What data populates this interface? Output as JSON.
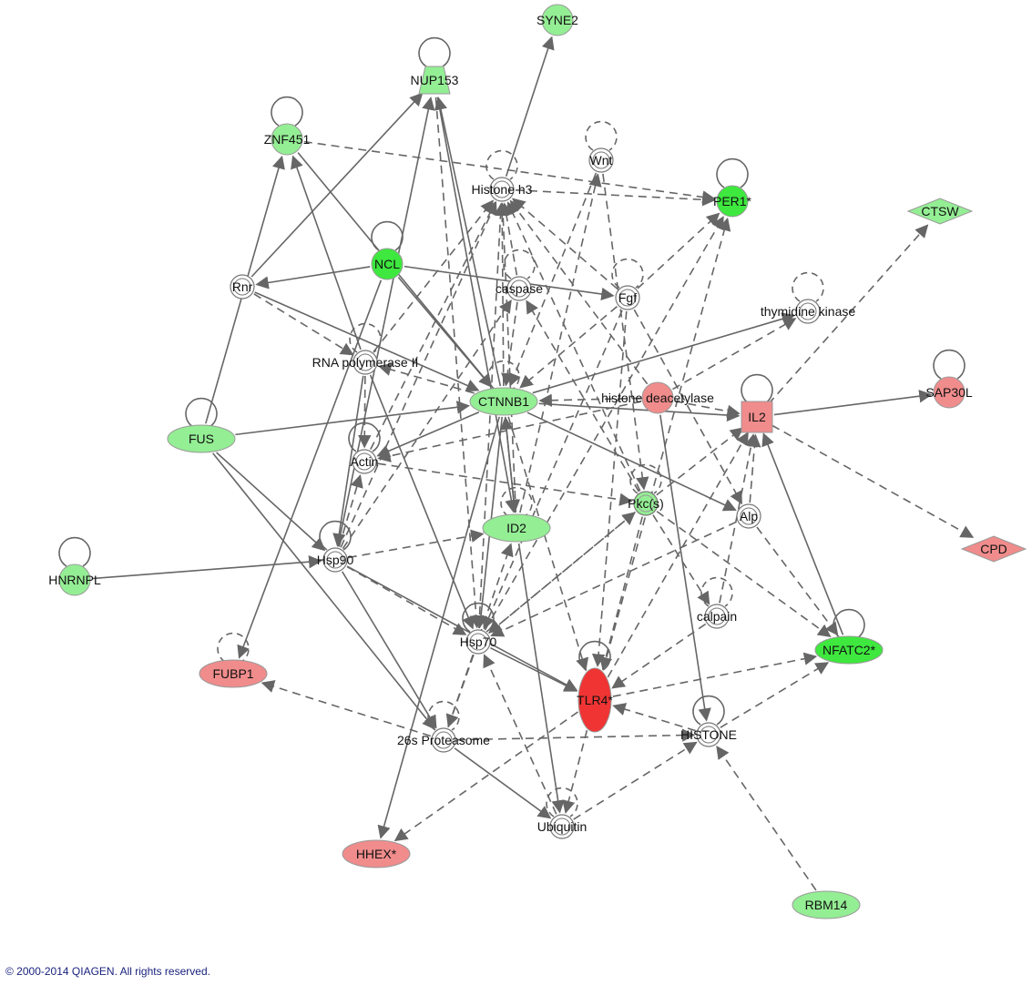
{
  "colors": {
    "green": "#94EE94",
    "green_strong": "#3EE83E",
    "red": "#F08C8C",
    "red_strong": "#F03434",
    "edge": "#666666",
    "text": "#111111",
    "copyright": "#1a237e"
  },
  "nodes": [
    {
      "id": "SYNE2",
      "label": "SYNE2",
      "color": "green",
      "shape": "circle"
    },
    {
      "id": "NUP153",
      "label": "NUP153",
      "color": "green",
      "shape": "trapezoid"
    },
    {
      "id": "ZNF451",
      "label": "ZNF451",
      "color": "green",
      "shape": "circle"
    },
    {
      "id": "Wnt",
      "label": "Wnt",
      "color": "white",
      "shape": "double-circle"
    },
    {
      "id": "Histone_h3",
      "label": "Histone h3",
      "color": "white",
      "shape": "double-circle"
    },
    {
      "id": "PER1",
      "label": "PER1*",
      "color": "green_strong",
      "shape": "circle"
    },
    {
      "id": "CTSW",
      "label": "CTSW",
      "color": "green",
      "shape": "diamond"
    },
    {
      "id": "NCL",
      "label": "NCL",
      "color": "green_strong",
      "shape": "circle"
    },
    {
      "id": "Rnr",
      "label": "Rnr",
      "color": "white",
      "shape": "double-circle"
    },
    {
      "id": "caspase",
      "label": "caspase",
      "color": "white",
      "shape": "double-circle"
    },
    {
      "id": "Fgf",
      "label": "Fgf",
      "color": "white",
      "shape": "double-circle"
    },
    {
      "id": "thymidine_kinase",
      "label": "thymidine kinase",
      "color": "white",
      "shape": "double-circle"
    },
    {
      "id": "RNA_pol_II",
      "label": "RNA polymerase II",
      "color": "white",
      "shape": "double-circle"
    },
    {
      "id": "CTNNB1",
      "label": "CTNNB1",
      "color": "green",
      "shape": "ellipse"
    },
    {
      "id": "histone_deacetylase",
      "label": "histone deacetylase",
      "color": "red",
      "shape": "circle"
    },
    {
      "id": "IL2",
      "label": "IL2",
      "color": "red",
      "shape": "square"
    },
    {
      "id": "SAP30L",
      "label": "SAP30L",
      "color": "red",
      "shape": "circle"
    },
    {
      "id": "FUS",
      "label": "FUS",
      "color": "green",
      "shape": "ellipse"
    },
    {
      "id": "Actin",
      "label": "Actin",
      "color": "white",
      "shape": "double-circle"
    },
    {
      "id": "ID2",
      "label": "ID2",
      "color": "green",
      "shape": "ellipse"
    },
    {
      "id": "Pkc",
      "label": "Pkc(s)",
      "color": "green",
      "shape": "double-circle"
    },
    {
      "id": "Alp",
      "label": "Alp",
      "color": "white",
      "shape": "double-circle"
    },
    {
      "id": "CPD",
      "label": "CPD",
      "color": "red",
      "shape": "diamond"
    },
    {
      "id": "HNRNPL",
      "label": "HNRNPL",
      "color": "green",
      "shape": "circle"
    },
    {
      "id": "Hsp90",
      "label": "Hsp90",
      "color": "white",
      "shape": "double-circle"
    },
    {
      "id": "calpain",
      "label": "calpain",
      "color": "white",
      "shape": "double-circle"
    },
    {
      "id": "Hsp70",
      "label": "Hsp70",
      "color": "white",
      "shape": "double-circle"
    },
    {
      "id": "NFATC2",
      "label": "NFATC2*",
      "color": "green_strong",
      "shape": "ellipse"
    },
    {
      "id": "FUBP1",
      "label": "FUBP1",
      "color": "red",
      "shape": "ellipse"
    },
    {
      "id": "TLR4",
      "label": "TLR4*",
      "color": "red_strong",
      "shape": "tall-ellipse"
    },
    {
      "id": "Proteasome_26s",
      "label": "26s Proteasome",
      "color": "white",
      "shape": "double-circle"
    },
    {
      "id": "HISTONE",
      "label": "HISTONE",
      "color": "white",
      "shape": "double-circle"
    },
    {
      "id": "Ubiquitin",
      "label": "Ubiquitin",
      "color": "white",
      "shape": "double-circle"
    },
    {
      "id": "HHEX",
      "label": "HHEX*",
      "color": "red",
      "shape": "ellipse"
    },
    {
      "id": "RBM14",
      "label": "RBM14",
      "color": "green",
      "shape": "ellipse"
    }
  ],
  "self_loops": [
    {
      "node": "NUP153",
      "style": "solid"
    },
    {
      "node": "ZNF451",
      "style": "solid"
    },
    {
      "node": "Histone_h3",
      "style": "dashed"
    },
    {
      "node": "PER1",
      "style": "solid"
    },
    {
      "node": "NCL",
      "style": "solid"
    },
    {
      "node": "caspase",
      "style": "dashed"
    },
    {
      "node": "Fgf",
      "style": "dashed"
    },
    {
      "node": "RNA_pol_II",
      "style": "dashed"
    },
    {
      "node": "CTNNB1",
      "style": "dashed"
    },
    {
      "node": "IL2",
      "style": "solid"
    },
    {
      "node": "SAP30L",
      "style": "solid"
    },
    {
      "node": "FUS",
      "style": "solid"
    },
    {
      "node": "Actin",
      "style": "solid"
    },
    {
      "node": "ID2",
      "style": "dashed"
    },
    {
      "node": "Pkc",
      "style": "dashed"
    },
    {
      "node": "HNRNPL",
      "style": "solid"
    },
    {
      "node": "Hsp90",
      "style": "solid"
    },
    {
      "node": "Hsp70",
      "style": "solid"
    },
    {
      "node": "NFATC2",
      "style": "solid"
    },
    {
      "node": "FUBP1",
      "style": "dashed"
    },
    {
      "node": "TLR4",
      "style": "solid"
    },
    {
      "node": "Proteasome_26s",
      "style": "dashed"
    },
    {
      "node": "HISTONE",
      "style": "solid"
    },
    {
      "node": "Ubiquitin",
      "style": "dashed"
    },
    {
      "node": "calpain",
      "style": "dashed"
    },
    {
      "node": "thymidine_kinase",
      "style": "dashed"
    },
    {
      "node": "Wnt",
      "style": "dashed"
    }
  ],
  "edges": [
    {
      "from": "Histone_h3",
      "to": "SYNE2",
      "style": "solid"
    },
    {
      "from": "CTNNB1",
      "to": "NUP153",
      "style": "solid"
    },
    {
      "from": "NUP153",
      "to": "Hsp70",
      "style": "dashed"
    },
    {
      "from": "Hsp90",
      "to": "NUP153",
      "style": "solid"
    },
    {
      "from": "Rnr",
      "to": "NUP153",
      "style": "solid"
    },
    {
      "from": "ZNF451",
      "to": "PER1",
      "style": "dashed"
    },
    {
      "from": "ZNF451",
      "to": "CTNNB1",
      "style": "solid"
    },
    {
      "from": "RNA_pol_II",
      "to": "ZNF451",
      "style": "solid"
    },
    {
      "from": "Histone_h3",
      "to": "PER1",
      "style": "dashed"
    },
    {
      "from": "Fgf",
      "to": "Histone_h3",
      "style": "dashed"
    },
    {
      "from": "caspase",
      "to": "Histone_h3",
      "style": "dashed"
    },
    {
      "from": "CTNNB1",
      "to": "Histone_h3",
      "style": "dashed"
    },
    {
      "from": "RNA_pol_II",
      "to": "Histone_h3",
      "style": "dashed"
    },
    {
      "from": "Actin",
      "to": "Histone_h3",
      "style": "dashed"
    },
    {
      "from": "Hsp90",
      "to": "Histone_h3",
      "style": "dashed"
    },
    {
      "from": "Hsp70",
      "to": "Histone_h3",
      "style": "dashed"
    },
    {
      "from": "Pkc",
      "to": "Histone_h3",
      "style": "dashed"
    },
    {
      "from": "histone_deacetylase",
      "to": "Histone_h3",
      "style": "dashed"
    },
    {
      "from": "ID2",
      "to": "Histone_h3",
      "style": "dashed"
    },
    {
      "from": "Wnt",
      "to": "CTNNB1",
      "style": "dashed"
    },
    {
      "from": "Wnt",
      "to": "Pkc",
      "style": "dashed"
    },
    {
      "from": "ID2",
      "to": "Wnt",
      "style": "dashed"
    },
    {
      "from": "Hsp70",
      "to": "PER1",
      "style": "dashed"
    },
    {
      "from": "Fgf",
      "to": "PER1",
      "style": "dashed"
    },
    {
      "from": "TLR4",
      "to": "PER1",
      "style": "dashed"
    },
    {
      "from": "IL2",
      "to": "CTSW",
      "style": "dashed"
    },
    {
      "from": "NCL",
      "to": "Rnr",
      "style": "solid"
    },
    {
      "from": "NCL",
      "to": "Fgf",
      "style": "solid"
    },
    {
      "from": "NCL",
      "to": "CTNNB1",
      "style": "solid"
    },
    {
      "from": "NCL",
      "to": "FUBP1",
      "style": "solid"
    },
    {
      "from": "Rnr",
      "to": "RNA_pol_II",
      "style": "dashed"
    },
    {
      "from": "Rnr",
      "to": "CTNNB1",
      "style": "solid"
    },
    {
      "from": "caspase",
      "to": "CTNNB1",
      "style": "dashed"
    },
    {
      "from": "Pkc",
      "to": "caspase",
      "style": "dashed"
    },
    {
      "from": "Hsp90",
      "to": "caspase",
      "style": "dashed"
    },
    {
      "from": "Fgf",
      "to": "CTNNB1",
      "style": "dashed"
    },
    {
      "from": "Fgf",
      "to": "Alp",
      "style": "dashed"
    },
    {
      "from": "Fgf",
      "to": "TLR4",
      "style": "dashed"
    },
    {
      "from": "Fgf",
      "to": "Hsp70",
      "style": "dashed"
    },
    {
      "from": "CTNNB1",
      "to": "thymidine_kinase",
      "style": "solid"
    },
    {
      "from": "CTNNB1",
      "to": "RNA_pol_II",
      "style": "dashed"
    },
    {
      "from": "CTNNB1",
      "to": "Actin",
      "style": "solid"
    },
    {
      "from": "CTNNB1",
      "to": "ID2",
      "style": "solid"
    },
    {
      "from": "CTNNB1",
      "to": "Hsp70",
      "style": "solid"
    },
    {
      "from": "CTNNB1",
      "to": "HHEX",
      "style": "solid"
    },
    {
      "from": "CTNNB1",
      "to": "IL2",
      "style": "solid"
    },
    {
      "from": "CTNNB1",
      "to": "Alp",
      "style": "solid"
    },
    {
      "from": "CTNNB1",
      "to": "TLR4",
      "style": "dashed"
    },
    {
      "from": "ID2",
      "to": "CTNNB1",
      "style": "solid"
    },
    {
      "from": "FUS",
      "to": "CTNNB1",
      "style": "solid"
    },
    {
      "from": "FUS",
      "to": "Hsp90",
      "style": "solid"
    },
    {
      "from": "FUS",
      "to": "ZNF451",
      "style": "solid"
    },
    {
      "from": "histone_deacetylase",
      "to": "thymidine_kinase",
      "style": "dashed"
    },
    {
      "from": "histone_deacetylase",
      "to": "CTNNB1",
      "style": "dashed"
    },
    {
      "from": "histone_deacetylase",
      "to": "Actin",
      "style": "dashed"
    },
    {
      "from": "histone_deacetylase",
      "to": "IL2",
      "style": "dashed"
    },
    {
      "from": "IL2",
      "to": "SAP30L",
      "style": "solid"
    },
    {
      "from": "IL2",
      "to": "CPD",
      "style": "dashed"
    },
    {
      "from": "NFATC2",
      "to": "IL2",
      "style": "solid"
    },
    {
      "from": "Pkc",
      "to": "IL2",
      "style": "dashed"
    },
    {
      "from": "Alp",
      "to": "IL2",
      "style": "dashed"
    },
    {
      "from": "calpain",
      "to": "IL2",
      "style": "dashed"
    },
    {
      "from": "TLR4",
      "to": "IL2",
      "style": "dashed"
    },
    {
      "from": "Hsp90",
      "to": "Actin",
      "style": "dashed"
    },
    {
      "from": "RNA_pol_II",
      "to": "Actin",
      "style": "dashed"
    },
    {
      "from": "Actin",
      "to": "Pkc",
      "style": "dashed"
    },
    {
      "from": "Hsp90",
      "to": "ID2",
      "style": "dashed"
    },
    {
      "from": "ID2",
      "to": "Ubiquitin",
      "style": "solid"
    },
    {
      "from": "Pkc",
      "to": "Hsp70",
      "style": "dashed"
    },
    {
      "from": "Pkc",
      "to": "TLR4",
      "style": "dashed"
    },
    {
      "from": "Pkc",
      "to": "NFATC2",
      "style": "dashed"
    },
    {
      "from": "Pkc",
      "to": "calpain",
      "style": "dashed"
    },
    {
      "from": "Alp",
      "to": "Hsp70",
      "style": "dashed"
    },
    {
      "from": "Alp",
      "to": "NFATC2",
      "style": "dashed"
    },
    {
      "from": "HNRNPL",
      "to": "Hsp90",
      "style": "solid"
    },
    {
      "from": "Hsp90",
      "to": "TLR4",
      "style": "solid"
    },
    {
      "from": "Hsp90",
      "to": "Proteasome_26s",
      "style": "solid"
    },
    {
      "from": "Hsp90",
      "to": "Hsp70",
      "style": "dashed"
    },
    {
      "from": "RNA_pol_II",
      "to": "Hsp70",
      "style": "solid"
    },
    {
      "from": "RNA_pol_II",
      "to": "Hsp90",
      "style": "solid"
    },
    {
      "from": "calpain",
      "to": "TLR4",
      "style": "dashed"
    },
    {
      "from": "Hsp70",
      "to": "TLR4",
      "style": "solid"
    },
    {
      "from": "Hsp70",
      "to": "Proteasome_26s",
      "style": "dashed"
    },
    {
      "from": "Hsp70",
      "to": "Pkc",
      "style": "dashed"
    },
    {
      "from": "TLR4",
      "to": "NFATC2",
      "style": "dashed"
    },
    {
      "from": "TLR4",
      "to": "HHEX",
      "style": "dashed"
    },
    {
      "from": "TLR4",
      "to": "Ubiquitin",
      "style": "dashed"
    },
    {
      "from": "HISTONE",
      "to": "TLR4",
      "style": "dashed"
    },
    {
      "from": "HISTONE",
      "to": "NFATC2",
      "style": "dashed"
    },
    {
      "from": "histone_deacetylase",
      "to": "HISTONE",
      "style": "solid"
    },
    {
      "from": "Proteasome_26s",
      "to": "FUBP1",
      "style": "dashed"
    },
    {
      "from": "Proteasome_26s",
      "to": "HISTONE",
      "style": "dashed"
    },
    {
      "from": "Proteasome_26s",
      "to": "Ubiquitin",
      "style": "solid"
    },
    {
      "from": "Ubiquitin",
      "to": "HISTONE",
      "style": "dashed"
    },
    {
      "from": "RBM14",
      "to": "HISTONE",
      "style": "dashed"
    },
    {
      "from": "FUS",
      "to": "Proteasome_26s",
      "style": "solid"
    },
    {
      "from": "Proteasome_26s",
      "to": "ID2",
      "style": "dashed"
    },
    {
      "from": "Ubiquitin",
      "to": "Hsp70",
      "style": "dashed"
    },
    {
      "from": "NUP153",
      "to": "ID2",
      "style": "solid"
    }
  ],
  "footer": {
    "copyright": "© 2000-2014 QIAGEN. All rights reserved."
  }
}
